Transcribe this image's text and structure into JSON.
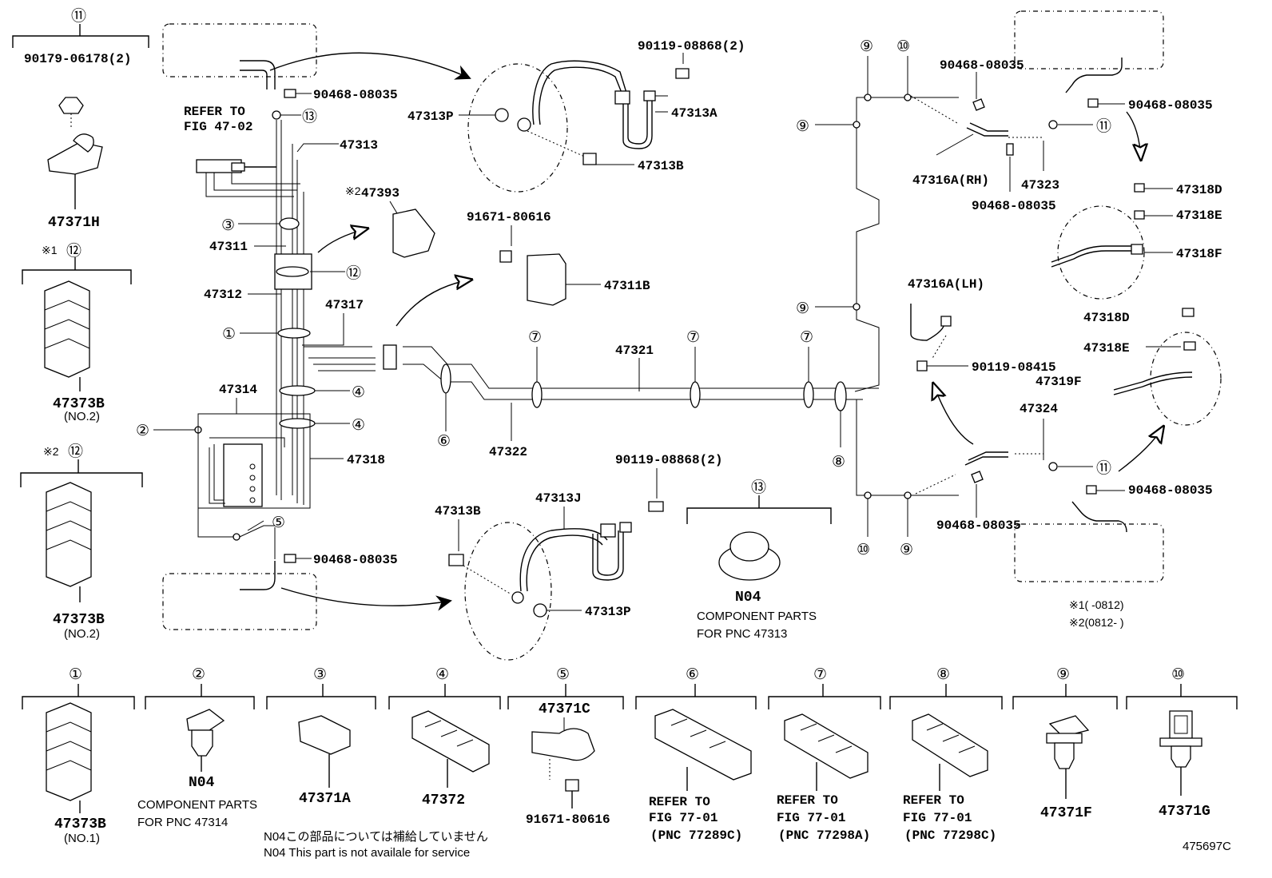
{
  "callouts": {
    "c1": "①",
    "c2": "②",
    "c3": "③",
    "c4": "④",
    "c5": "⑤",
    "c6": "⑥",
    "c7": "⑦",
    "c8": "⑧",
    "c9": "⑨",
    "c10": "⑩",
    "c11": "⑪",
    "c12": "⑫",
    "c13": "⑬"
  },
  "main": {
    "pn_47371H": "47371H",
    "pn_9017906178": "90179-06178(2)",
    "star1": "※1",
    "star2": "※2",
    "pn_47373B": "47373B",
    "no2": "(NO.2)",
    "no1": "(NO.1)",
    "refer_to": "REFER TO",
    "fig4702": "FIG 47-02",
    "pn_9046808035": "90468-08035",
    "pn_47313": "47313",
    "pn_47311": "47311",
    "pn_47312": "47312",
    "pn_47317": "47317",
    "pn_47314": "47314",
    "pn_47318": "47318",
    "pn_47322": "47322",
    "pn_47321": "47321",
    "pn_47393": "47393",
    "pn_9167180616": "91671-80616",
    "pn_47311B": "47311B",
    "pn_9011908868": "90119-08868(2)",
    "pn_47313P": "47313P",
    "pn_47313A": "47313A",
    "pn_47313B": "47313B",
    "pn_47313J": "47313J",
    "n04": "N04",
    "component_parts": "COMPONENT PARTS",
    "for_pnc_47313": "FOR PNC 47313",
    "pn_47316A_RH": "47316A(RH)",
    "pn_47316A_LH": "47316A(LH)",
    "pn_47323": "47323",
    "pn_47324": "47324",
    "pn_9011908415": "90119-08415",
    "pn_47318D": "47318D",
    "pn_47318E": "47318E",
    "pn_47318F": "47318F",
    "pn_47319F": "47319F",
    "date_note1": "※1(      -0812)",
    "date_note2": "※2(0812-      )"
  },
  "legend": {
    "l1_pn": "47373B",
    "l1_sub": "(NO.1)",
    "l2_pn": "N04",
    "l2_sub1": "COMPONENT PARTS",
    "l2_sub2": "FOR PNC 47314",
    "l3_pn": "47371A",
    "l4_pn": "47372",
    "l5_pn": "47371C",
    "l5_bolt": "91671-80616",
    "l6_ref1": "REFER TO",
    "l6_ref2": "FIG 77-01",
    "l6_ref3": "(PNC 77289C)",
    "l7_ref1": "REFER TO",
    "l7_ref2": "FIG 77-01",
    "l7_ref3": "(PNC 77298A)",
    "l8_ref1": "REFER TO",
    "l8_ref2": "FIG 77-01",
    "l8_ref3": "(PNC 77298C)",
    "l9_pn": "47371F",
    "l10_pn": "47371G"
  },
  "footer": {
    "jp_note": "N04この部品については補給していません",
    "en_note": "N04 This part is not availale for service",
    "fig_code": "475697C"
  }
}
